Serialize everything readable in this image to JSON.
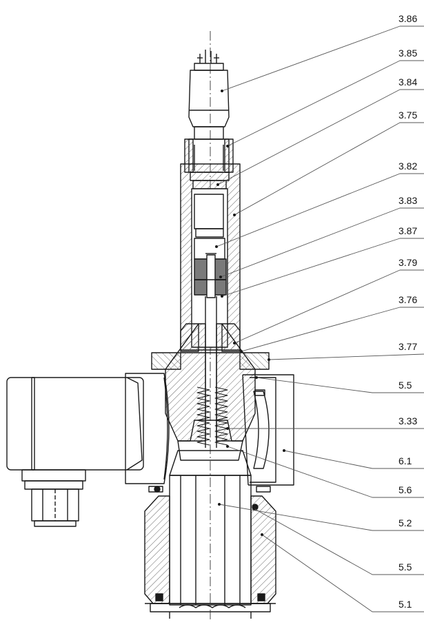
{
  "diagram": {
    "labels": [
      {
        "id": "p3-86",
        "text": "3.86"
      },
      {
        "id": "p3-85",
        "text": "3.85"
      },
      {
        "id": "p3-84",
        "text": "3.84"
      },
      {
        "id": "p3-75",
        "text": "3.75"
      },
      {
        "id": "p3-82",
        "text": "3.82"
      },
      {
        "id": "p3-83",
        "text": "3.83"
      },
      {
        "id": "p3-87",
        "text": "3.87"
      },
      {
        "id": "p3-79",
        "text": "3.79"
      },
      {
        "id": "p3-76",
        "text": "3.76"
      },
      {
        "id": "p3-77",
        "text": "3.77"
      },
      {
        "id": "p5-5a",
        "text": "5.5"
      },
      {
        "id": "p3-33",
        "text": "3.33"
      },
      {
        "id": "p6-1",
        "text": "6.1"
      },
      {
        "id": "p5-6",
        "text": "5.6"
      },
      {
        "id": "p5-2",
        "text": "5.2"
      },
      {
        "id": "p5-5b",
        "text": "5.5"
      },
      {
        "id": "p5-1",
        "text": "5.1"
      }
    ]
  },
  "colors": {
    "line": "#1a1a1a",
    "hatch": "#555555",
    "dark_fill": "#7a7a7a",
    "background": "#ffffff"
  }
}
